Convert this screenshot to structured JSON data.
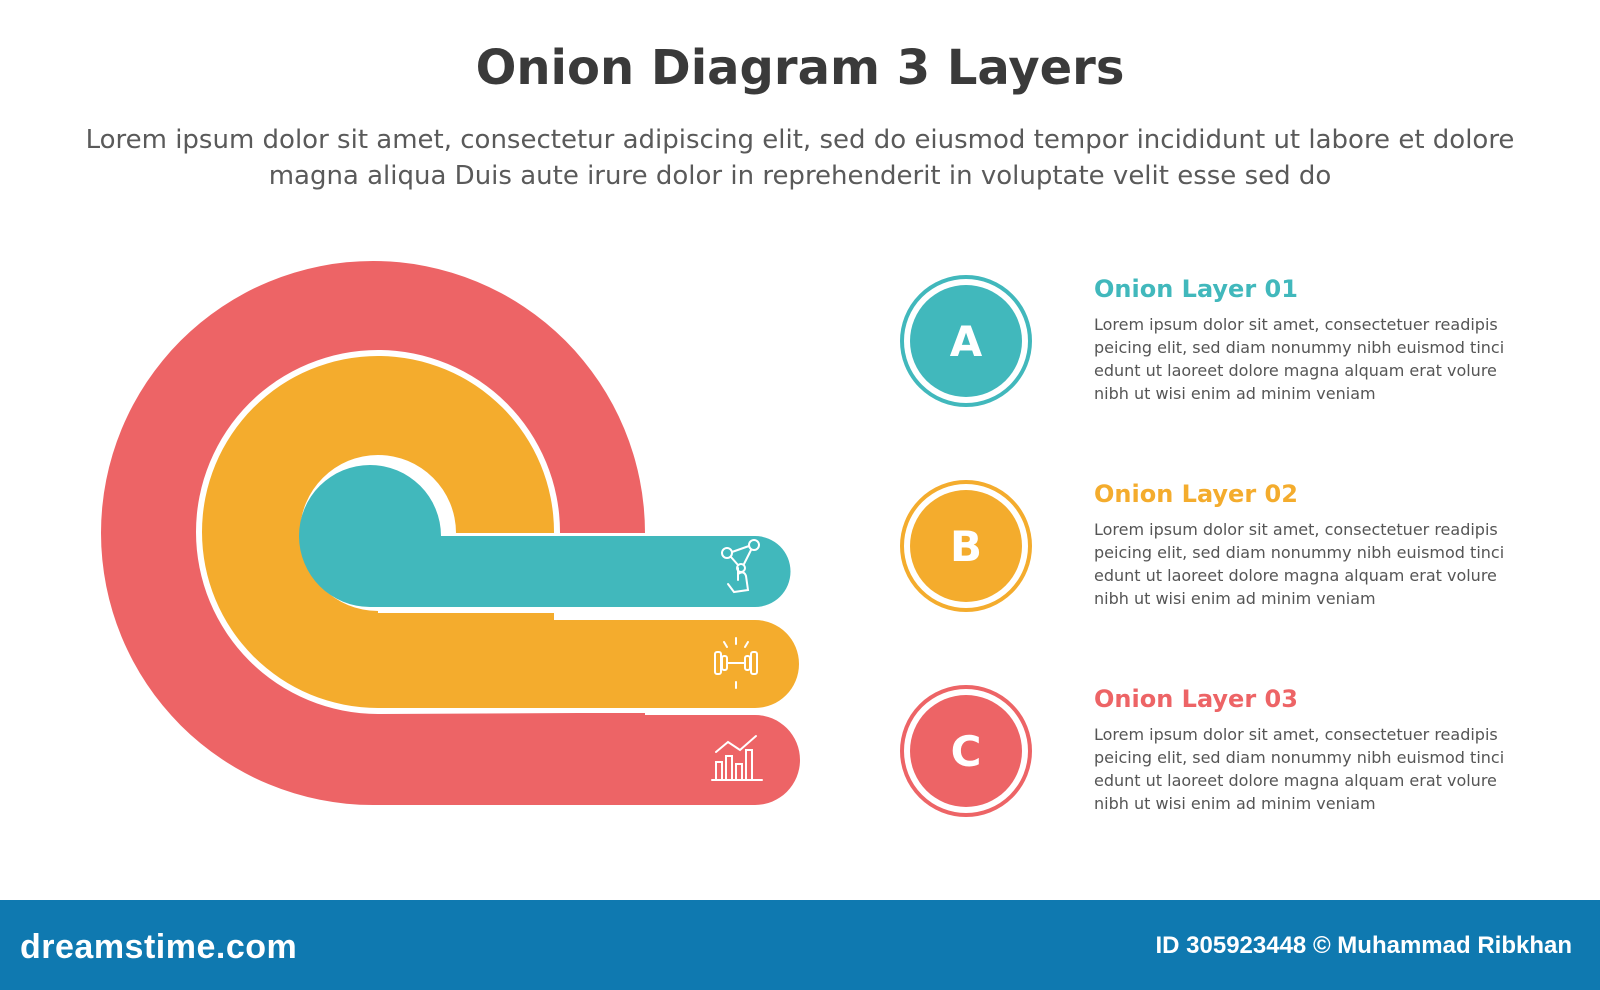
{
  "header": {
    "title": "Onion Diagram 3 Layers",
    "subtitle": "Lorem ipsum dolor sit amet, consectetur adipiscing elit, sed do eiusmod tempor incididunt ut labore et dolore magna aliqua Duis aute irure dolor in reprehenderit in voluptate velit esse sed do"
  },
  "colors": {
    "teal": "#41b8bc",
    "orange": "#f4ac2d",
    "red": "#ed6466",
    "title": "#3a3a3a",
    "footer": "#0f79b0"
  },
  "layers": [
    {
      "letter": "A",
      "title": "Onion Layer 01",
      "description": "Lorem ipsum dolor sit amet, consectetuer readipis peicing elit, sed diam nonummy nibh euismod tinci edunt ut laoreet dolore magna alquam erat volure nibh ut wisi enim ad minim veniam",
      "icon": "touch-network-icon"
    },
    {
      "letter": "B",
      "title": "Onion Layer 02",
      "description": "Lorem ipsum dolor sit amet, consectetuer readipis peicing elit, sed diam nonummy nibh euismod tinci edunt ut laoreet dolore magna alquam erat volure nibh ut wisi enim ad minim veniam",
      "icon": "dumbbell-icon"
    },
    {
      "letter": "C",
      "title": "Onion Layer 03",
      "description": "Lorem ipsum dolor sit amet, consectetuer readipis peicing elit, sed diam nonummy nibh euismod tinci edunt ut laoreet dolore magna alquam erat volure nibh ut wisi enim ad minim veniam",
      "icon": "bar-chart-growth-icon"
    }
  ],
  "footer": {
    "brand": "dreamstime.com",
    "credit": "ID 305923448 © Muhammad Ribkhan"
  }
}
